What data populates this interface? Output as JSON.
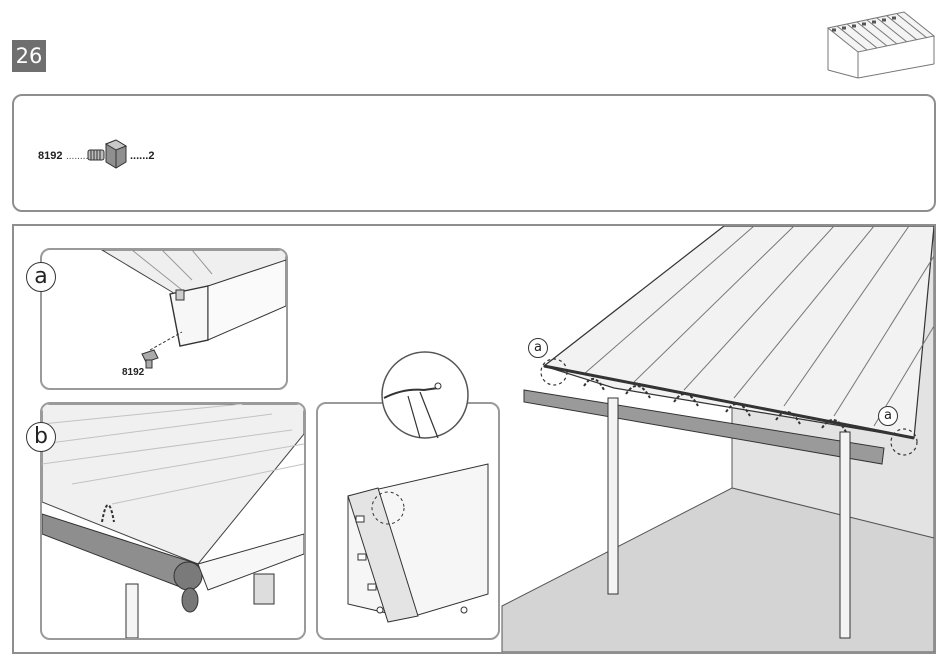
{
  "step": {
    "number": "26"
  },
  "thumbnail": {
    "icon": "pergola-thumbnail-icon"
  },
  "parts": {
    "items": [
      {
        "code": "8192",
        "dots": "........",
        "quantity": "......2",
        "icon": "hex-bolt-icon"
      }
    ]
  },
  "detail_a": {
    "callout": "a",
    "screw_code": "8192"
  },
  "detail_b": {
    "callout": "b"
  },
  "main": {
    "callout_left": "a",
    "callout_right": "a"
  }
}
